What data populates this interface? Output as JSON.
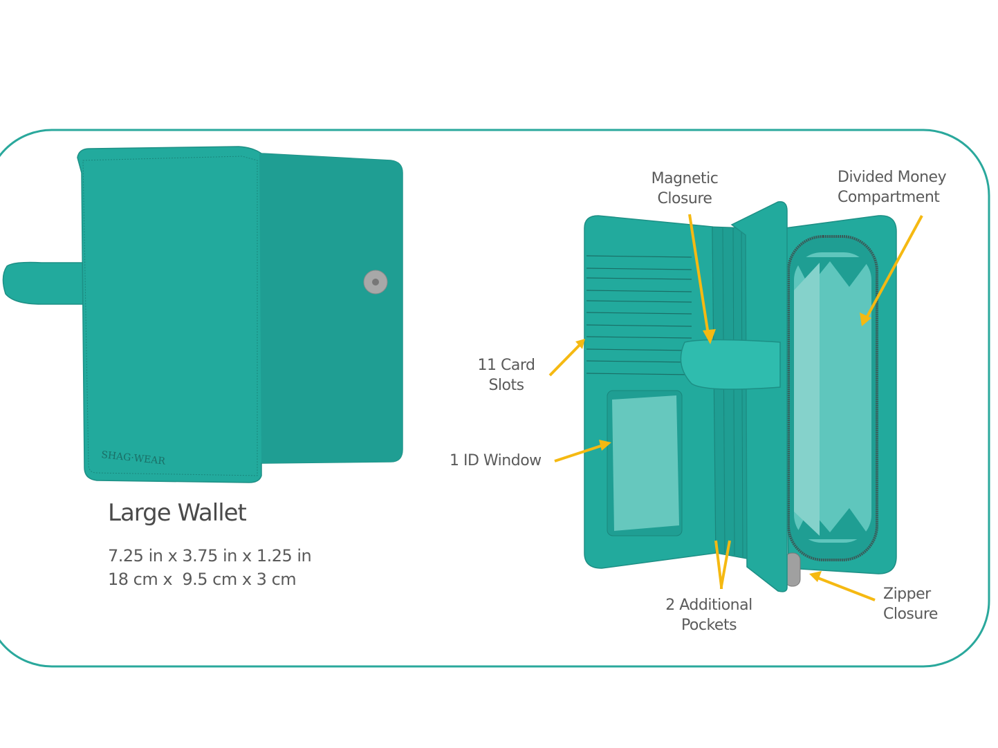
{
  "product": {
    "title": "Large Wallet",
    "dimensions_in": "7.25 in x 3.75 in x 1.25 in",
    "dimensions_cm": "18 cm x  9.5 cm x 3 cm",
    "brand_logo": "SHAG-WEAR"
  },
  "features": {
    "magnetic_closure": [
      "Magnetic",
      "Closure"
    ],
    "divided_money": [
      "Divided Money",
      "Compartment"
    ],
    "card_slots": [
      "11 Card",
      "Slots"
    ],
    "id_window": "1 ID Window",
    "additional_pockets": [
      "2 Additional",
      "Pockets"
    ],
    "zipper_closure": [
      "Zipper",
      "Closure"
    ]
  },
  "colors": {
    "teal": "#22aa9d",
    "teal_dark": "#1f9e93",
    "teal_light": "#5fc6bd",
    "arrow": "#f5b912",
    "frame": "#2aa89c"
  }
}
